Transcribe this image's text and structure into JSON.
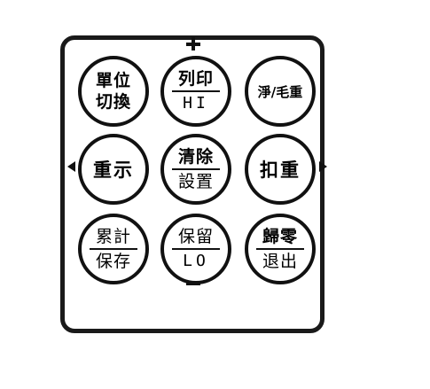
{
  "keypad": {
    "keys": [
      {
        "top": "單位",
        "bottom": "切換"
      },
      {
        "top": "列印",
        "bottom": "HI"
      },
      {
        "label": "淨/毛重"
      },
      {
        "label": "重示"
      },
      {
        "top": "清除",
        "bottom": "設置"
      },
      {
        "label": "扣重"
      },
      {
        "top": "累計",
        "bottom": "保存"
      },
      {
        "top": "保留",
        "bottom": "LO"
      },
      {
        "top": "歸零",
        "bottom": "退出"
      }
    ]
  }
}
